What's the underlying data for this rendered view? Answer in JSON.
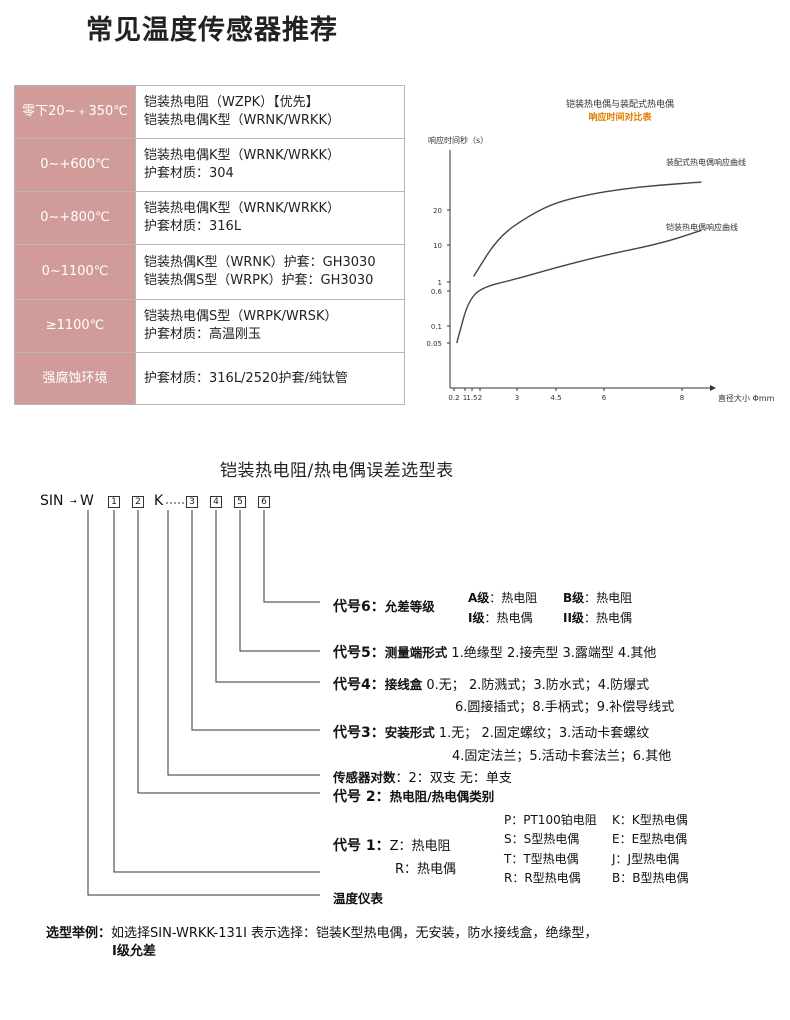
{
  "page_title": "常见温度传感器推荐",
  "temp_table": [
    {
      "range": "零下20~﹢350℃",
      "lines": [
        "铠装热电阻（WZPK）【优先】",
        "铠装热电偶K型（WRNK/WRKK）"
      ]
    },
    {
      "range": "0~+600℃",
      "lines": [
        "铠装热电偶K型（WRNK/WRKK）",
        "护套材质：304"
      ]
    },
    {
      "range": "0~+800℃",
      "lines": [
        "铠装热电偶K型（WRNK/WRKK）",
        "护套材质：316L"
      ]
    },
    {
      "range": "0~1100℃",
      "lines": [
        "铠装热偶K型（WRNK）护套：GH3030",
        "铠装热偶S型（WRPK）护套：GH3030"
      ]
    },
    {
      "range": "≥1100℃",
      "lines": [
        "铠装热电偶S型（WRPK/WRSK）",
        "护套材质：高温刚玉"
      ]
    },
    {
      "range": "强腐蚀环境",
      "lines": [
        "护套材质：316L/2520护套/纯钛管"
      ]
    }
  ],
  "chart_data": {
    "type": "line",
    "title": "铠装热电偶与装配式热电偶",
    "subtitle": "响应时间对比表",
    "ylabel": "响应时间秒（s）",
    "xlabel": "直径大小 Φmm",
    "x_ticks": [
      "0.2",
      "1",
      "1.5",
      "2",
      "3",
      "4.5",
      "6",
      "8"
    ],
    "y_ticks": [
      "20",
      "10",
      "1",
      "0.6",
      "0.1",
      "0.05"
    ],
    "series": [
      {
        "name": "装配式热电偶响应曲线",
        "x": [
          1.6,
          2.5,
          3.5,
          4.5,
          5.5,
          6.5,
          7.5,
          8.5
        ],
        "y": [
          1.0,
          6.0,
          16.0,
          28.0,
          40.0,
          52.0,
          62.0,
          70.0
        ]
      },
      {
        "name": "铠装热电偶响应曲线",
        "x": [
          0.4,
          0.7,
          1.2,
          2.0,
          3.0,
          4.5,
          6.0,
          7.5,
          8.5
        ],
        "y": [
          0.05,
          0.1,
          0.3,
          0.6,
          0.9,
          1.5,
          2.6,
          4.5,
          8.0
        ]
      }
    ],
    "grid": false
  },
  "selection": {
    "title": "铠装热电阻/热电偶误差选型表",
    "model_prefix": "SIN",
    "model_w": "W",
    "model_k": "K",
    "boxes": [
      "1",
      "2",
      "3",
      "4",
      "5",
      "6"
    ],
    "code6": {
      "label": "代号6：",
      "name": "允差等级",
      "a_key": "A级",
      "a_val": "：热电阻",
      "b_key": "B级",
      "b_val": "：热电阻",
      "i_key": "I级",
      "i_val": "：热电偶",
      "ii_key": "II级",
      "ii_val": "：热电偶"
    },
    "code5": {
      "label": "代号5：",
      "name": "测量端形式",
      "text": "1.绝缘型 2.接壳型 3.露端型 4.其他"
    },
    "code4": {
      "label": "代号4：",
      "name": "接线盒",
      "line1": "0.无； 2.防溅式；3.防水式；4.防爆式",
      "line2": "6.圆接插式；8.手柄式；9.补偿导线式"
    },
    "code3": {
      "label": "代号3：",
      "name": "安装形式",
      "line1": "1.无； 2.固定螺纹；3.活动卡套螺纹",
      "line2": "4.固定法兰；5.活动卡套法兰；6.其他"
    },
    "pairs": {
      "name": "传感器对数",
      "text": "：2：双支 无：单支"
    },
    "code2": {
      "label": "代号 2：",
      "name": "热电阻/热电偶类别"
    },
    "code1": {
      "label": "代号 1：",
      "z": "Z：热电阻",
      "r": "R：热电偶"
    },
    "categories": [
      {
        "left": "P：PT100铂电阻",
        "right": "K：K型热电偶"
      },
      {
        "left": "S：S型热电偶",
        "right": "E：E型热电偶"
      },
      {
        "left": "T：T型热电偶",
        "right": "J：J型热电偶"
      },
      {
        "left": "R：R型热电偶",
        "right": "B：B型热电偶"
      }
    ],
    "instrument": "温度仪表",
    "example_label": "选型举例：",
    "example_text": "如选择SIN-WRKK-131I 表示选择：铠装K型热电偶，无安装，防水接线盒，绝缘型，",
    "example_text2": "I级允差"
  }
}
